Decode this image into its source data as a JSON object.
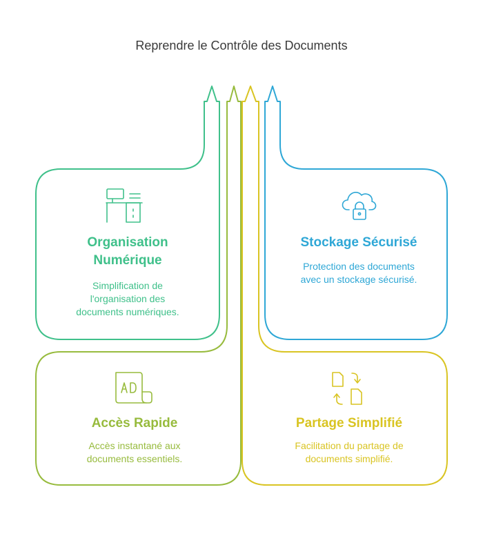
{
  "title": "Reprendre le Contrôle des Documents",
  "colors": {
    "organisation": "#3fc08a",
    "acces": "#97bb3d",
    "stockage": "#2ea7d6",
    "partage": "#d9c422"
  },
  "cards": {
    "organisation": {
      "icon": "desk-computer-icon",
      "title": "Organisation Numérique",
      "desc": "Simplification de l'organisation des documents numériques."
    },
    "stockage": {
      "icon": "cloud-lock-icon",
      "title": "Stockage Sécurisé",
      "desc": "Protection des documents avec un stockage sécurisé."
    },
    "acces": {
      "icon": "ad-document-icon",
      "title": "Accès Rapide",
      "desc": "Accès instantané aux documents essentiels."
    },
    "partage": {
      "icon": "document-exchange-icon",
      "title": "Partage Simplifié",
      "desc": "Facilitation du partage de documents simplifié."
    }
  }
}
